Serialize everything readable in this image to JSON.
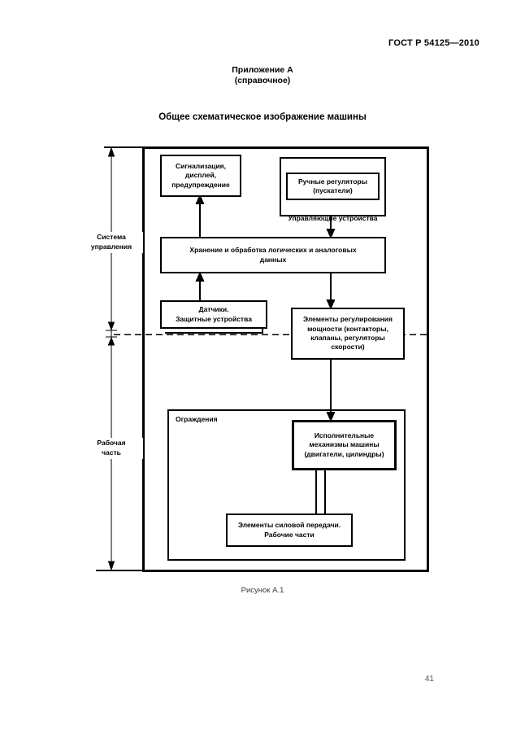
{
  "header": {
    "standard": "ГОСТ Р 54125—2010"
  },
  "appendix": {
    "name": "Приложение А",
    "type": "(справочное)"
  },
  "title": "Общее схематическое изображение машины",
  "diagram": {
    "side_labels": {
      "control_system": "Система\nуправления",
      "working_part": "Рабочая\nчасть"
    },
    "boxes": {
      "signaling": "Сигнализация,\nдисплей,\nпредупреждение",
      "manual_controls": "Ручные регуляторы\n(пускатели)",
      "control_devices": "Управляющие устройства",
      "data_processing": "Хранение и обработка логических и аналоговых\nданных",
      "sensors": "Датчики.\nЗащитные устройства",
      "power_regulation": "Элементы регулирования\nмощности (контакторы,\nклапаны, регуляторы\nскорости)",
      "guards": "Ограждения",
      "actuators": "Исполнительные\nмеханизмы машины\n(двигатели, цилиндры)",
      "transmission": "Элементы силовой передачи.\nРабочие части"
    }
  },
  "caption": "Рисунок А.1",
  "page_number": "41"
}
